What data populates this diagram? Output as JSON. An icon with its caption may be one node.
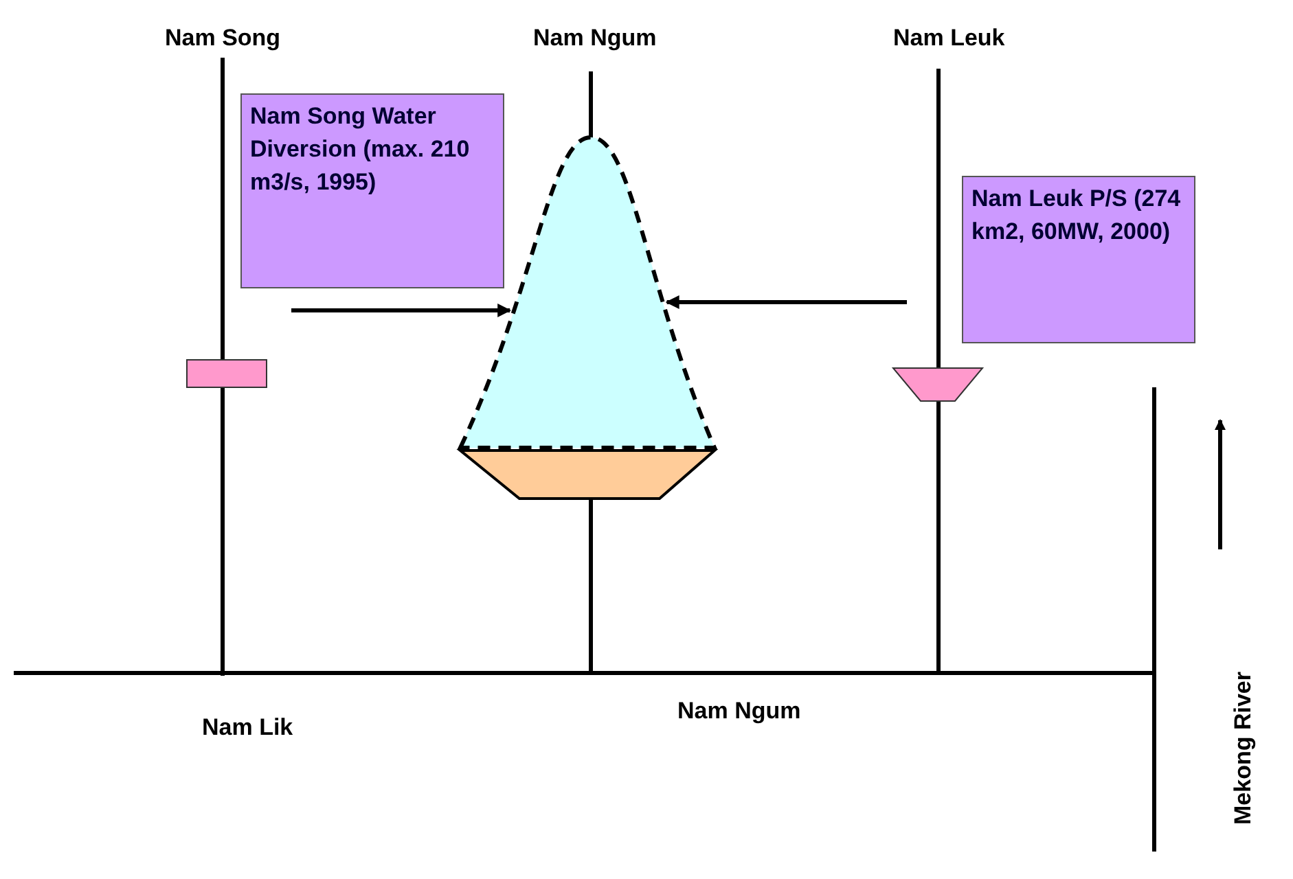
{
  "diagram": {
    "nodes": [
      {
        "text": [
          "Nam Song Water Diversion (max. 210 m3/s, 1995)"
        ]
      },
      {
        "text": [
          "Nam Leuk P/S (274 km2, 60MW, 2000)"
        ]
      },
      {
        "text": [],
        "shape": "dome"
      },
      {
        "text": [],
        "shape": "trapezoid"
      }
    ],
    "edges": [
      {
        "from": null,
        "to": 2,
        "arrow": "to"
      },
      {
        "from": null,
        "to": 2,
        "arrow": "to"
      }
    ],
    "labels": [
      "Nam Song",
      "Nam Ngum",
      "Nam Leuk",
      "Nam Lik",
      "Nam Ngum",
      "Mekong River"
    ]
  }
}
